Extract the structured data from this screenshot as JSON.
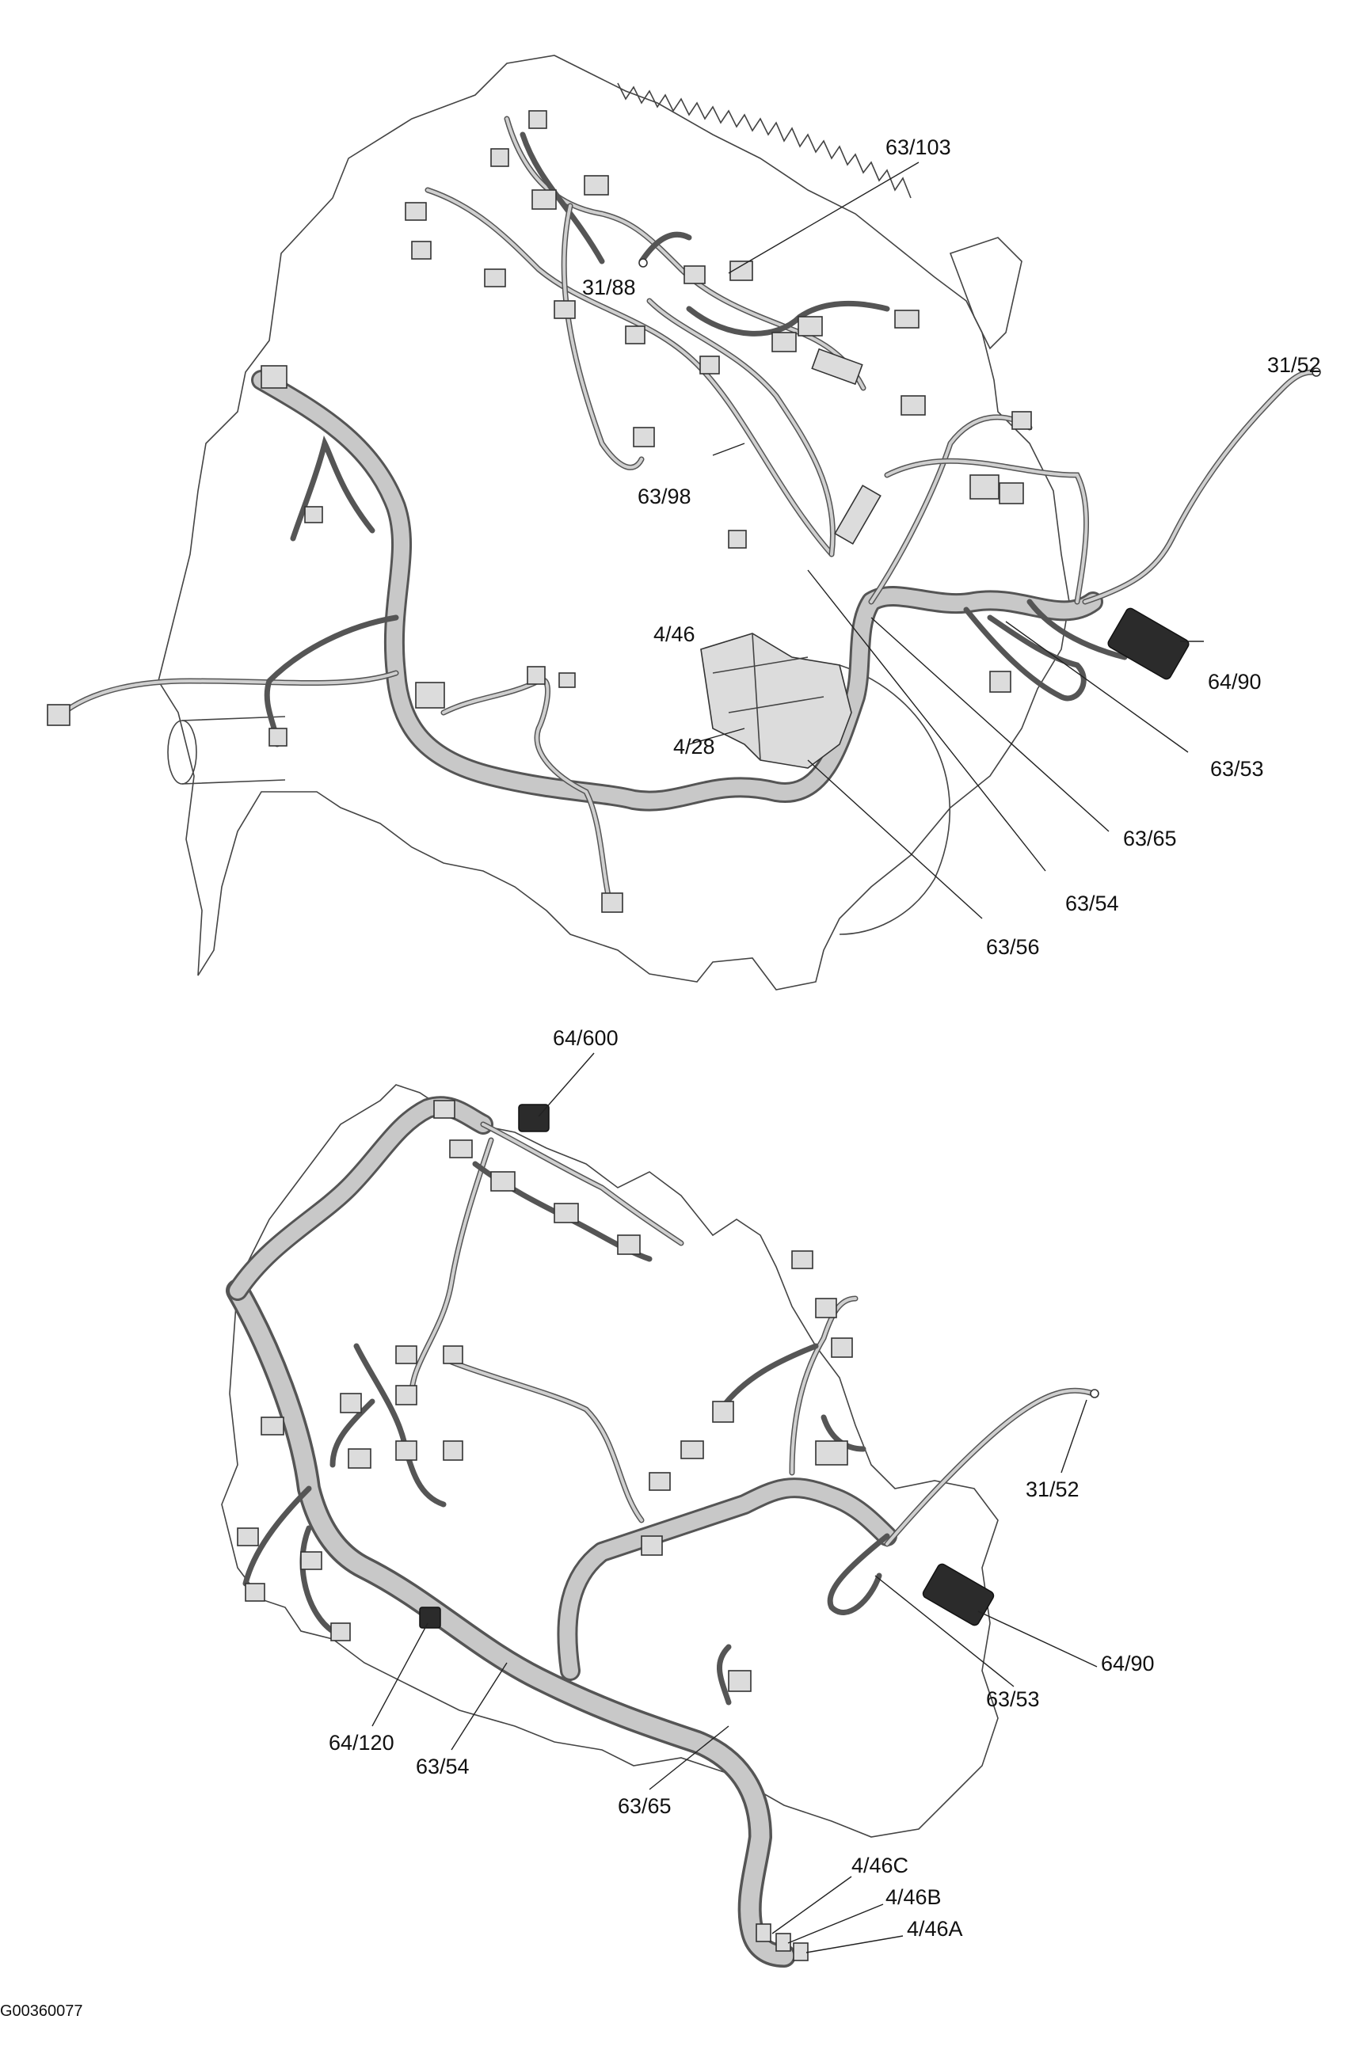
{
  "figure_code": "G00360077",
  "top_view": {
    "labels": {
      "l_63_103": "63/103",
      "l_31_88": "31/88",
      "l_31_52": "31/52",
      "l_63_98": "63/98",
      "l_4_46": "4/46",
      "l_4_28": "4/28",
      "l_64_90": "64/90",
      "l_63_53": "63/53",
      "l_63_65": "63/65",
      "l_63_54": "63/54",
      "l_63_56": "63/56"
    }
  },
  "bottom_view": {
    "labels": {
      "l_64_600": "64/600",
      "l_31_52": "31/52",
      "l_64_90": "64/90",
      "l_63_53": "63/53",
      "l_64_120": "64/120",
      "l_63_54": "63/54",
      "l_63_65": "63/65",
      "l_4_46C": "4/46C",
      "l_4_46B": "4/46B",
      "l_4_46A": "4/46A"
    }
  }
}
